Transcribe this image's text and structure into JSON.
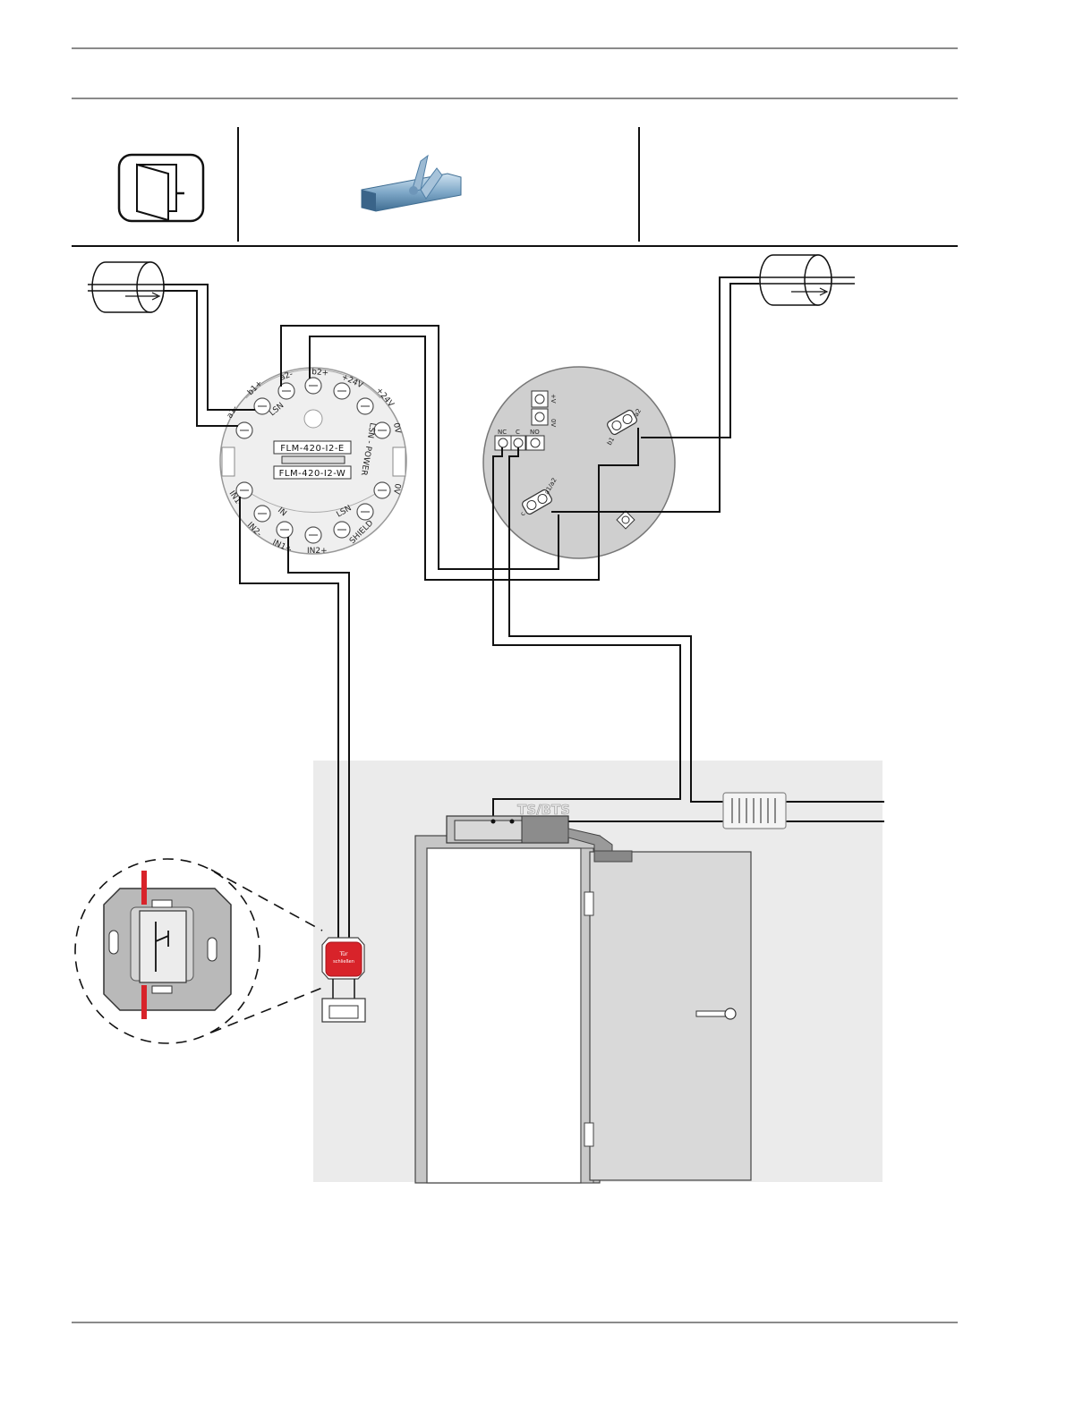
{
  "module": {
    "model_e": "FLM-420-I2-E",
    "model_w": "FLM-420-I2-W",
    "terminals": {
      "a1": "a1-",
      "b1": "b1+",
      "a2": "a2-",
      "b2": "b2+",
      "p24v_top": "+24V",
      "p24v_mid": "+24V",
      "zv_top": "0V",
      "zv_bot": "0V",
      "lsn_top": "LSN",
      "lsn_power": "LSN - POWER",
      "lsn_bot": "LSN",
      "shield": "SHIELD",
      "in": "IN",
      "in1m": "IN1-",
      "in2m": "IN2-",
      "in1p": "IN1+",
      "in2p": "IN2+"
    }
  },
  "detector_base": {
    "plus_v": "+V",
    "zero_v": "0V",
    "nc": "NC",
    "c": "C",
    "no": "NO",
    "b1": "b1",
    "a2": "a2",
    "a1a2": "a1/a2",
    "c_small": "c"
  },
  "door_closer": {
    "label": "TS/BTS"
  },
  "button": {
    "line1": "Tür",
    "line2": "schließen"
  },
  "colors": {
    "wire": "#111111",
    "panel": "#ebebeb",
    "base_grey": "#cfcfcf",
    "door_grey": "#d9d9d9",
    "red": "#d8232a"
  },
  "icons": {
    "door_icon": "door-icon",
    "closer_photo": "door-closer-icon",
    "radiator": "radiator-icon",
    "cable_tube_left": "cable-entry-icon",
    "cable_tube_right": "cable-entry-icon"
  }
}
